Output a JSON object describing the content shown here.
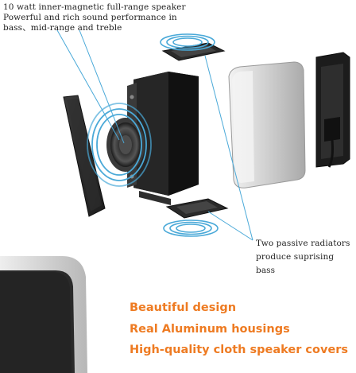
{
  "top_caption": {
    "line1": "10 watt inner-magnetic full-range speaker",
    "line2": "Powerful and rich sound performance in",
    "line3": "bass、mid-range and treble"
  },
  "bottom_caption": {
    "line1": "Two passive radiators",
    "line2": "produce suprising bass"
  },
  "promo": {
    "line1": "Beautiful design",
    "line2": "Real Aluminum housings",
    "line3": "High-quality cloth speaker covers"
  },
  "colors": {
    "promo_text": "#ee7b22",
    "caption_text": "#1f1f1f",
    "sound_wave": "#4aa9d8",
    "housing_silver": "#c9c9c9",
    "grille_dark": "#2b2b2b"
  },
  "icons": [
    "sound-wave-icon"
  ]
}
